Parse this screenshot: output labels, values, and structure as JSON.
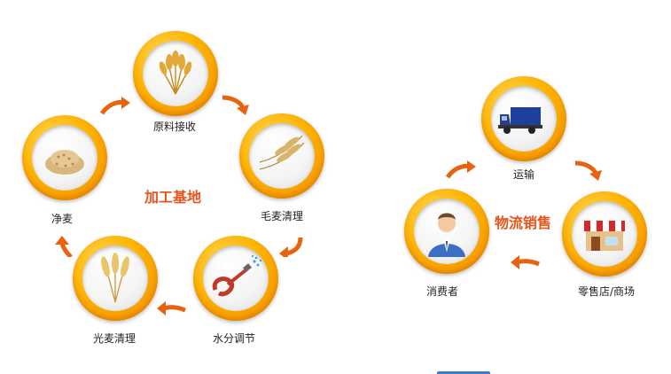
{
  "processing": {
    "title": "加工基地",
    "steps": [
      {
        "label": "原料接收",
        "icon": "wheat-bundle-icon"
      },
      {
        "label": "毛麦清理",
        "icon": "wheat-ears-icon"
      },
      {
        "label": "水分调节",
        "icon": "water-hose-icon"
      },
      {
        "label": "光麦清理",
        "icon": "wheat-stalks-icon"
      },
      {
        "label": "净麦",
        "icon": "grain-pile-icon"
      }
    ]
  },
  "logistics": {
    "title": "物流销售",
    "steps": [
      {
        "label": "运输",
        "icon": "truck-icon"
      },
      {
        "label": "零售店/商场",
        "icon": "store-icon"
      },
      {
        "label": "消费者",
        "icon": "consumer-icon"
      }
    ]
  },
  "colors": {
    "ring": "#ffb300",
    "arrow": "#e8630f",
    "title": "#e8541a"
  }
}
